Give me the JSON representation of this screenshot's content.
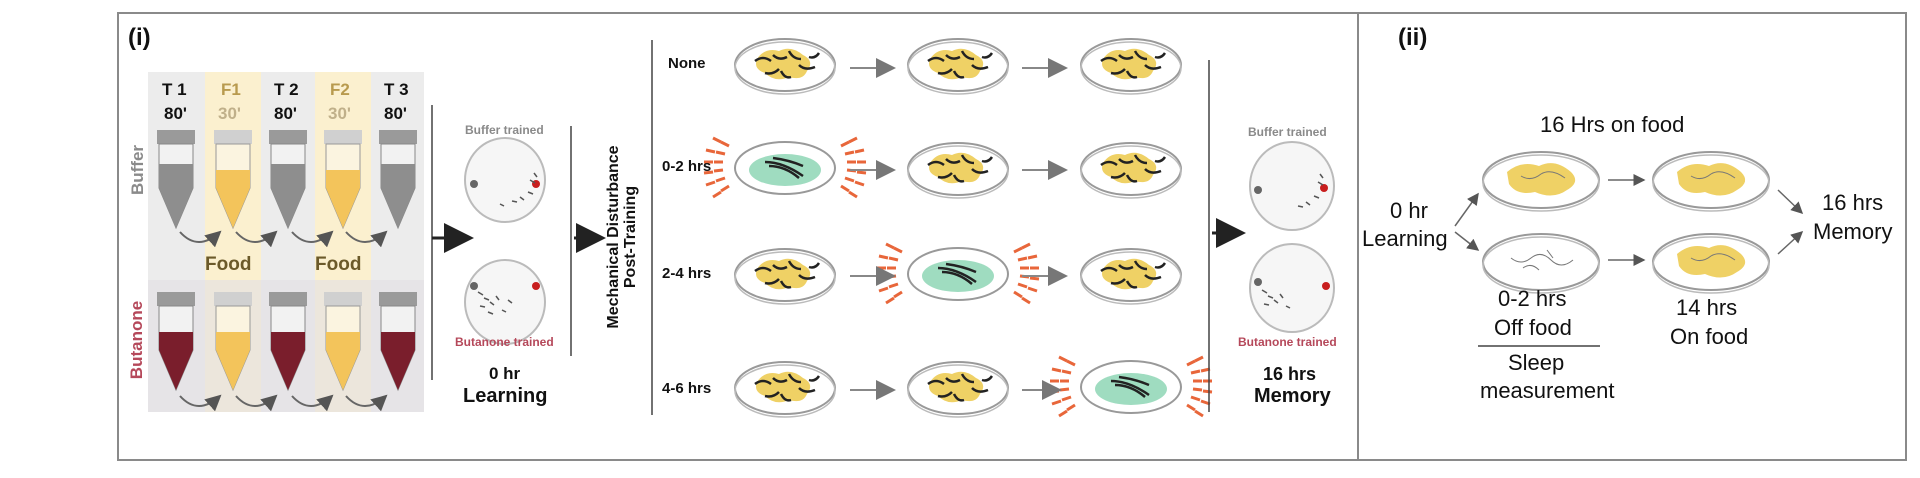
{
  "panels": {
    "i": "(i)",
    "ii": "(ii)"
  },
  "tubes": {
    "headers": [
      {
        "id": "T 1",
        "time": "80'"
      },
      {
        "id": "F1",
        "time": "30'"
      },
      {
        "id": "T 2",
        "time": "80'"
      },
      {
        "id": "F2",
        "time": "30'"
      },
      {
        "id": "T 3",
        "time": "80'"
      }
    ],
    "row_buffer": "Buffer",
    "row_butanone": "Butanone",
    "food1": "Food",
    "food2": "Food"
  },
  "learning_plates": {
    "buffer_trained": "Buffer trained",
    "butanone_trained": "Butanone trained",
    "time": "0 hr",
    "label": "Learning"
  },
  "disturbance": {
    "axis_line1": "Mechanical Disturbance",
    "axis_line2": "Post-Training",
    "rows": [
      "None",
      "0-2 hrs",
      "2-4 hrs",
      "4-6 hrs"
    ]
  },
  "memory_plates": {
    "buffer_trained": "Buffer trained",
    "butanone_trained": "Butanone trained",
    "time": "16 hrs",
    "label": "Memory"
  },
  "panel_ii": {
    "top": "16 Hrs on food",
    "start_time": "0 hr",
    "start_label": "Learning",
    "off_time": "0-2 hrs",
    "off_label": "Off food",
    "sleep1": "Sleep",
    "sleep2": "measurement",
    "on_time": "14 hrs",
    "on_label": "On food",
    "end_time": "16 hrs",
    "end_label": "Memory"
  },
  "colors": {
    "food": "#efd165",
    "worm_zone": "#9fdcc0",
    "disturbance": "#e8663a",
    "buffer_text": "#8a8a8a",
    "butanone_text": "#b5485a",
    "butanone_liquid": "#7a1e2c",
    "odor_dot": "#c81e1e"
  }
}
